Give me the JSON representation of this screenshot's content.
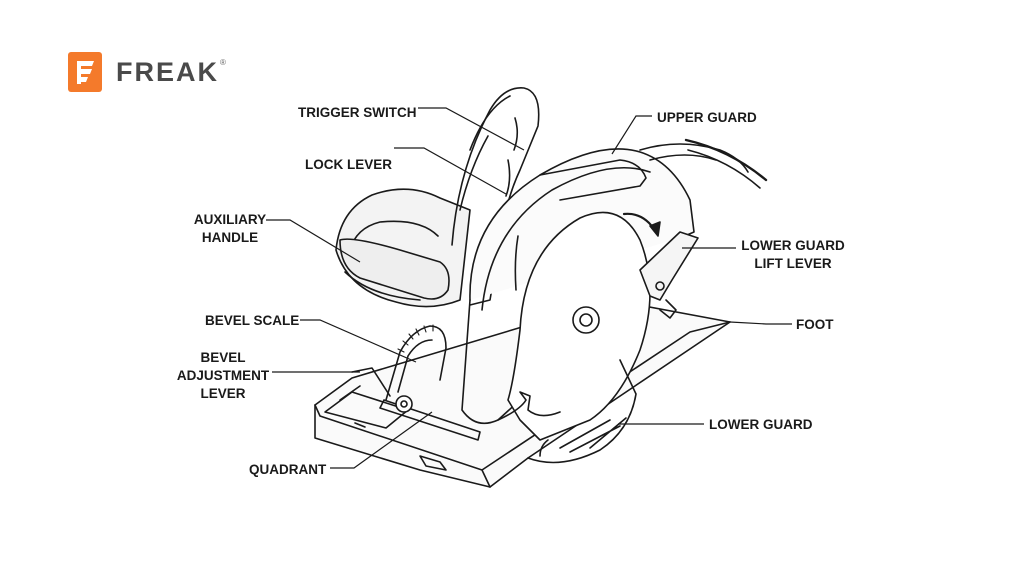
{
  "logo": {
    "brand": "FREAK",
    "registered": "®",
    "color": "#f47a2b"
  },
  "labels": {
    "trigger_switch": "TRIGGER SWITCH",
    "lock_lever": "LOCK LEVER",
    "auxiliary_handle": [
      "AUXILIARY",
      "HANDLE"
    ],
    "bevel_scale": "BEVEL SCALE",
    "bevel_adjustment_lever": [
      "BEVEL",
      "ADJUSTMENT",
      "LEVER"
    ],
    "quadrant": "QUADRANT",
    "upper_guard": "UPPER GUARD",
    "lower_guard_lift_lever": [
      "LOWER GUARD",
      "LIFT LEVER"
    ],
    "foot": "FOOT",
    "lower_guard": "LOWER GUARD"
  }
}
